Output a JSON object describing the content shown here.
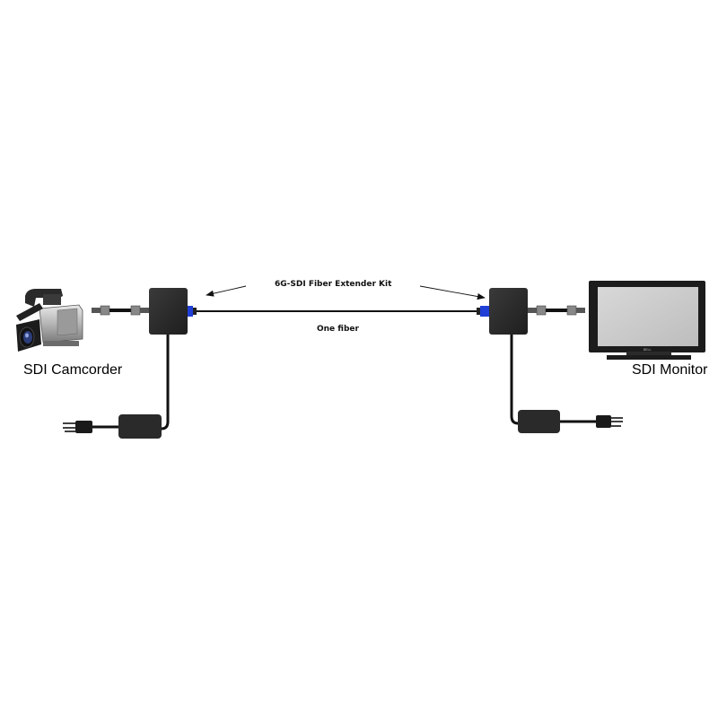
{
  "diagram": {
    "kit_label": "6G-SDI Fiber Extender Kit",
    "fiber_label": "One fiber",
    "source_label": "SDI Camcorder",
    "display_label": "SDI Monitor",
    "monitor_brand": "DELL"
  },
  "colors": {
    "device_body": "#2b2b2b",
    "cable": "#111111",
    "connector_blue": "#1f3fd6",
    "monitor_screen": "#cfcfcf",
    "monitor_bezel": "#1c1c1c"
  },
  "icons": {
    "source": "camcorder-icon",
    "display": "monitor-icon",
    "power_plug": "power-plug-icon",
    "power_adapter": "power-adapter-icon",
    "transmitter": "fiber-transmitter-icon",
    "receiver": "fiber-receiver-icon"
  }
}
